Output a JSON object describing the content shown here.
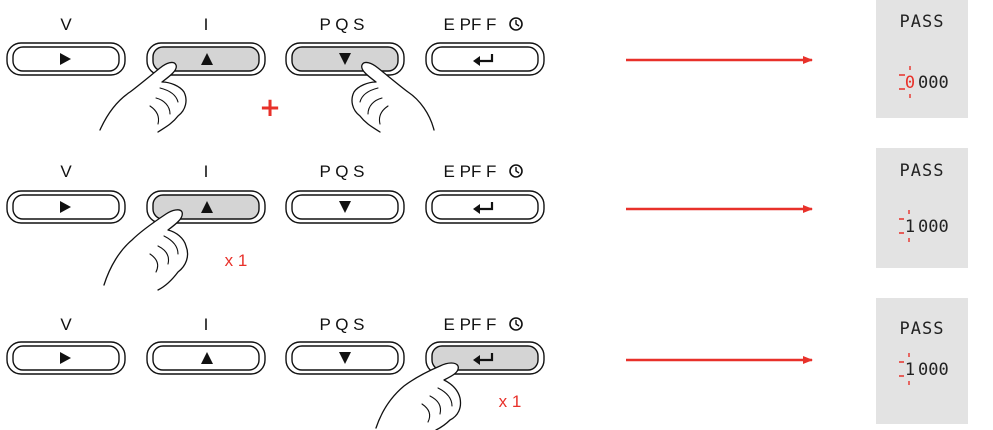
{
  "button_labels": {
    "v": "V",
    "i": "I",
    "pqs": "P Q S",
    "epff": "E PF F"
  },
  "button_icons": {
    "v": "play-icon",
    "i": "up-triangle-icon",
    "pqs": "down-triangle-icon",
    "epff": "enter-return-icon",
    "epff_extra": "clock-icon"
  },
  "steps": [
    {
      "pressed": [
        "i",
        "pqs"
      ],
      "combine_symbol": "+",
      "repeat_label": "",
      "display_title": "PASS",
      "display_digits": "000",
      "blinking_digit": "0"
    },
    {
      "pressed": [
        "i"
      ],
      "combine_symbol": "",
      "repeat_label": "x 1",
      "display_title": "PASS",
      "display_digits": "000",
      "blinking_digit": "1"
    },
    {
      "pressed": [
        "epff"
      ],
      "combine_symbol": "",
      "repeat_label": "x 1",
      "display_title": "PASS",
      "display_digits": "000",
      "blinking_digit": "1"
    }
  ],
  "colors": {
    "accent_red": "#e8312a",
    "pressed_fill": "#d4d4d4",
    "display_bg": "#e3e3e3",
    "outline": "#111111"
  }
}
